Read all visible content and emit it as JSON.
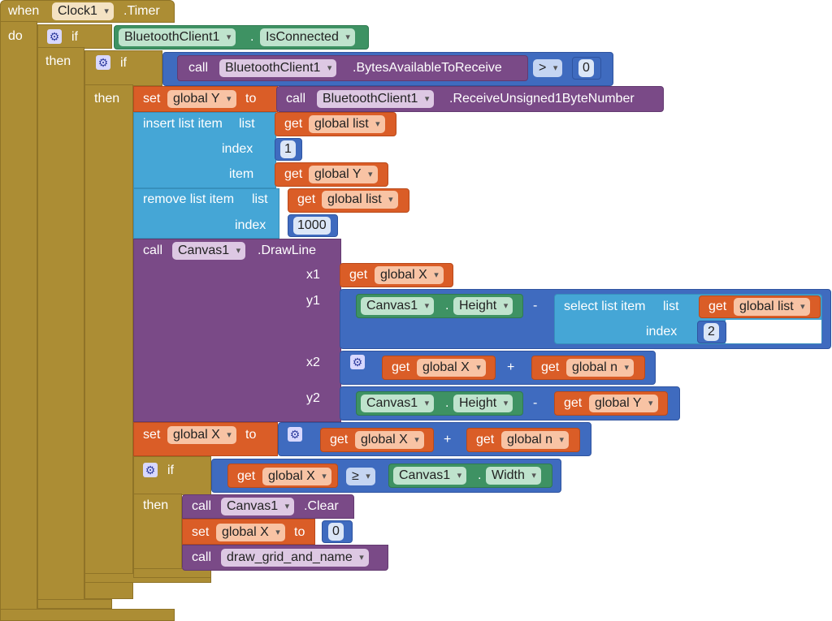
{
  "event": {
    "when": "when",
    "component": "Clock1",
    "event_name": ".Timer",
    "do": "do"
  },
  "outer_if": {
    "if": "if",
    "then": "then",
    "component": "BluetoothClient1",
    "dot": ".",
    "property": "IsConnected"
  },
  "inner_if": {
    "if": "if",
    "then": "then",
    "call": "call",
    "component": "BluetoothClient1",
    "method": ".BytesAvailableToReceive",
    "operator": ">",
    "value": "0"
  },
  "set_y": {
    "set": "set",
    "var": "global Y",
    "to": "to",
    "call": "call",
    "component": "BluetoothClient1",
    "method": ".ReceiveUnsigned1ByteNumber"
  },
  "insert_item": {
    "label": "insert list item",
    "list": "list",
    "get": "get",
    "list_var": "global list",
    "index_label": "index",
    "index_value": "1",
    "item_label": "item",
    "item_var": "global Y"
  },
  "remove_item": {
    "label": "remove list item",
    "list": "list",
    "get": "get",
    "list_var": "global list",
    "index_label": "index",
    "index_value": "1000"
  },
  "draw_line": {
    "call": "call",
    "component": "Canvas1",
    "method": ".DrawLine",
    "x1": "x1",
    "y1": "y1",
    "x2": "x2",
    "y2": "y2",
    "get": "get",
    "x_var": "global X",
    "dot": ".",
    "height": "Height",
    "minus": "-",
    "select_label": "select list item",
    "list": "list",
    "list_var": "global list",
    "index_label": "index",
    "index_value": "2",
    "plus": "+",
    "n_var": "global n",
    "y_var": "global Y"
  },
  "set_x": {
    "set": "set",
    "var": "global X",
    "to": "to",
    "get": "get",
    "x_var": "global X",
    "plus": "+",
    "n_var": "global n"
  },
  "width_if": {
    "if": "if",
    "then": "then",
    "get": "get",
    "x_var": "global X",
    "operator": "≥",
    "component": "Canvas1",
    "dot": ".",
    "property": "Width"
  },
  "then_actions": {
    "call": "call",
    "clear_component": "Canvas1",
    "clear_method": ".Clear",
    "set": "set",
    "x_var": "global X",
    "to": "to",
    "zero": "0",
    "proc": "draw_grid_and_name"
  }
}
